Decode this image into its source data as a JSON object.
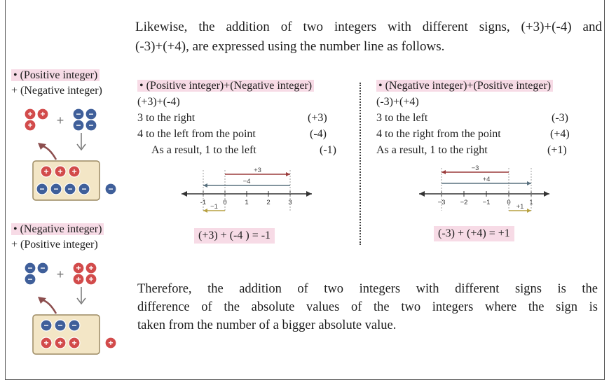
{
  "intro": {
    "line1": "Likewise, the addition of two integers with different signs, (+3)+(-4) and",
    "line2": "(-3)+(+4), are expressed using the number line as follows."
  },
  "sidebar": {
    "top": {
      "bullet": "• (Positive integer)",
      "plus": "+ (Negative integer)"
    },
    "bottom": {
      "bullet": "• (Negative integer)",
      "plus": "+ (Positive integer)"
    }
  },
  "left_example": {
    "heading": "• (Positive integer)+(Negative integer)",
    "expr": "(+3)+(-4)",
    "rows": [
      {
        "text": "3 to the right",
        "value": "(+3)"
      },
      {
        "text": "4 to the left from the point",
        "value": "(-4)"
      },
      {
        "text": "As a result, 1 to the left",
        "value": "(-1)"
      }
    ],
    "number_line": {
      "ticks": [
        "-1",
        "0",
        "1",
        "2",
        "3"
      ],
      "arrow_labels": [
        "+3",
        "−4",
        "−1"
      ]
    },
    "result": "(+3) + (-4 ) = -1"
  },
  "right_example": {
    "heading": "• (Negative integer)+(Positive integer)",
    "expr": "(-3)+(+4)",
    "rows": [
      {
        "text": "3 to the left",
        "value": "(-3)"
      },
      {
        "text": "4 to the right from the point",
        "value": "(+4)"
      },
      {
        "text": "As a result, 1 to the right",
        "value": "(+1)"
      }
    ],
    "number_line": {
      "ticks": [
        "−3",
        "−2",
        "−1",
        "0",
        "1"
      ],
      "arrow_labels": [
        "−3",
        "+4",
        "+1"
      ]
    },
    "result": "(-3) + (+4) = +1"
  },
  "conclusion": {
    "line1": "Therefore, the addition of two integers with different signs is the",
    "line2": "difference of the absolute values of the two integers where the sign is",
    "line3": "taken from the number of a bigger absolute value."
  },
  "chip_signs": {
    "positive": "+",
    "negative": "−"
  },
  "colors": {
    "highlight": "#f7dbe6",
    "positive_chip": "#d24b4b",
    "negative_chip": "#3f5f9a",
    "tray": "#f3e6c6",
    "pos_arrow": "#9b3c3c",
    "neg_arrow": "#58707e",
    "result_arrow": "#b7a040"
  }
}
